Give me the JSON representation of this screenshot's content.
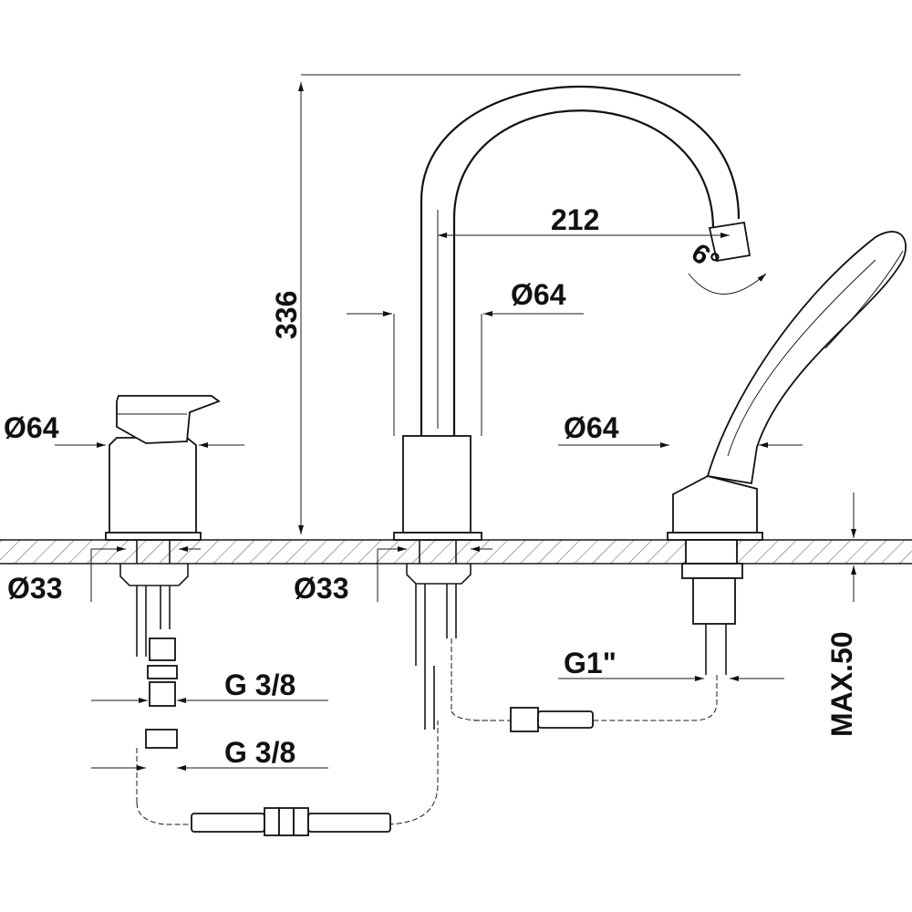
{
  "dimensions": {
    "height_total": "336",
    "spout_reach": "212",
    "spout_angle": "6°",
    "spout_base_diameter": "Ø64",
    "mixer_diameter": "Ø64",
    "handshower_diameter": "Ø64",
    "mixer_hole": "Ø33",
    "spout_hole": "Ø33",
    "connection_top": "G 3/8",
    "connection_bottom": "G 3/8",
    "handshower_thread": "G1\"",
    "deck_max": "MAX.50"
  }
}
